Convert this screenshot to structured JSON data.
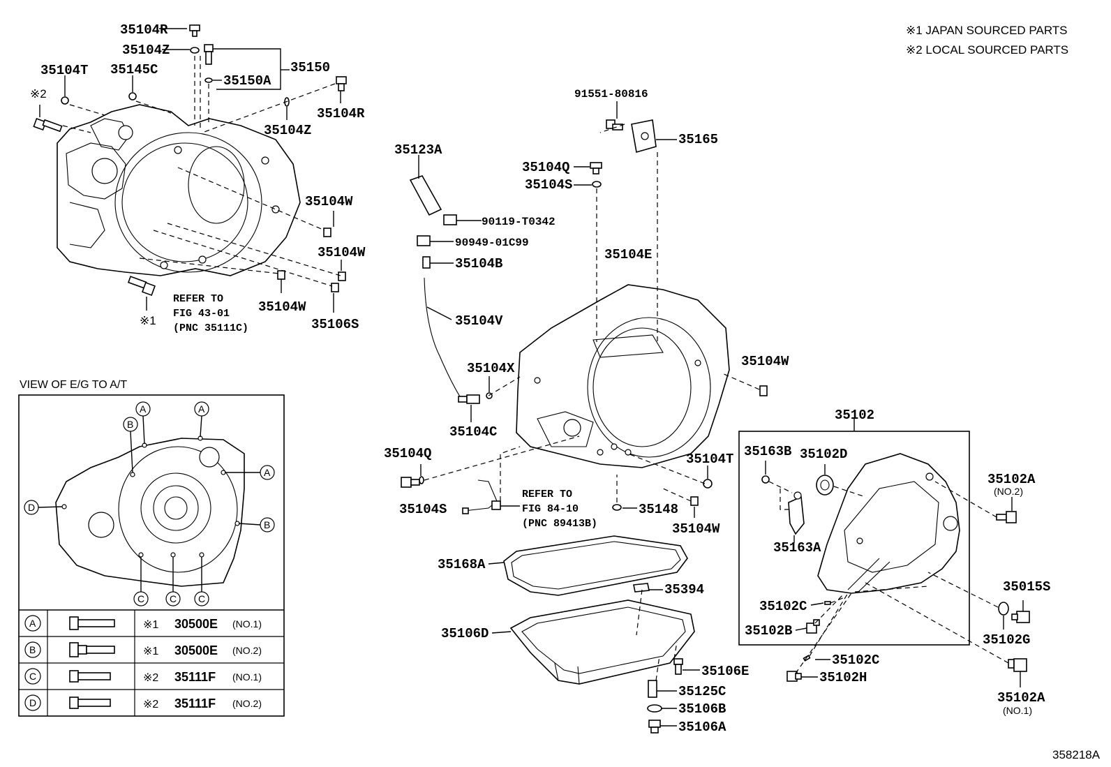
{
  "notes": {
    "japan": "※1 JAPAN SOURCED PARTS",
    "local": "※2 LOCAL SOURCED PARTS"
  },
  "figure_id": "358218A",
  "view": {
    "title": "VIEW OF E/G TO A/T",
    "callout_a": "A",
    "callout_b": "B",
    "callout_c": "C",
    "callout_d": "D"
  },
  "bolt_table": [
    {
      "key": "A",
      "mark": "※1",
      "part": "30500E",
      "no": "(NO.1)"
    },
    {
      "key": "B",
      "mark": "※1",
      "part": "30500E",
      "no": "(NO.2)"
    },
    {
      "key": "C",
      "mark": "※2",
      "part": "35111F",
      "no": "(NO.1)"
    },
    {
      "key": "D",
      "mark": "※2",
      "part": "35111F",
      "no": "(NO.2)"
    }
  ],
  "refs": {
    "r1_l1": "REFER TO",
    "r1_l2": "FIG 43-01",
    "r1_l3": "(PNC 35111C)",
    "r2_l1": "REFER TO",
    "r2_l2": "FIG 84-10",
    "r2_l3": "(PNC 89413B)"
  },
  "marks": {
    "m1": "※1",
    "m2": "※2"
  },
  "labels": {
    "p35104R_a": "35104R",
    "p35104Z_a": "35104Z",
    "p35150": "35150",
    "p35150A": "35150A",
    "p35104T_a": "35104T",
    "p35145C": "35145C",
    "p35104R_b": "35104R",
    "p35104Z_b": "35104Z",
    "p35104W_a": "35104W",
    "p35104W_b": "35104W",
    "p35104W_c": "35104W",
    "p35106S": "35106S",
    "p91551": "91551-80816",
    "p35165": "35165",
    "p35123A": "35123A",
    "p35104Q_a": "35104Q",
    "p35104S_a": "35104S",
    "p90119": "90119-T0342",
    "p90949": "90949-01C99",
    "p35104B": "35104B",
    "p35104E": "35104E",
    "p35104V": "35104V",
    "p35104X": "35104X",
    "p35104C": "35104C",
    "p35104W_d": "35104W",
    "p35104Q_b": "35104Q",
    "p35104S_b": "35104S",
    "p35104T_b": "35104T",
    "p35148": "35148",
    "p35104W_e": "35104W",
    "p35168A": "35168A",
    "p35394": "35394",
    "p35106D": "35106D",
    "p35106E": "35106E",
    "p35125C": "35125C",
    "p35106B": "35106B",
    "p35106A": "35106A",
    "p35102": "35102",
    "p35163B": "35163B",
    "p35102D": "35102D",
    "p35163A": "35163A",
    "p35102C_a": "35102C",
    "p35102B": "35102B",
    "p35102C_b": "35102C",
    "p35102H": "35102H",
    "p35102A_a": "35102A",
    "p35102A_a_no": "(NO.2)",
    "p35015S": "35015S",
    "p35102G": "35102G",
    "p35102A_b": "35102A",
    "p35102A_b_no": "(NO.1)"
  }
}
